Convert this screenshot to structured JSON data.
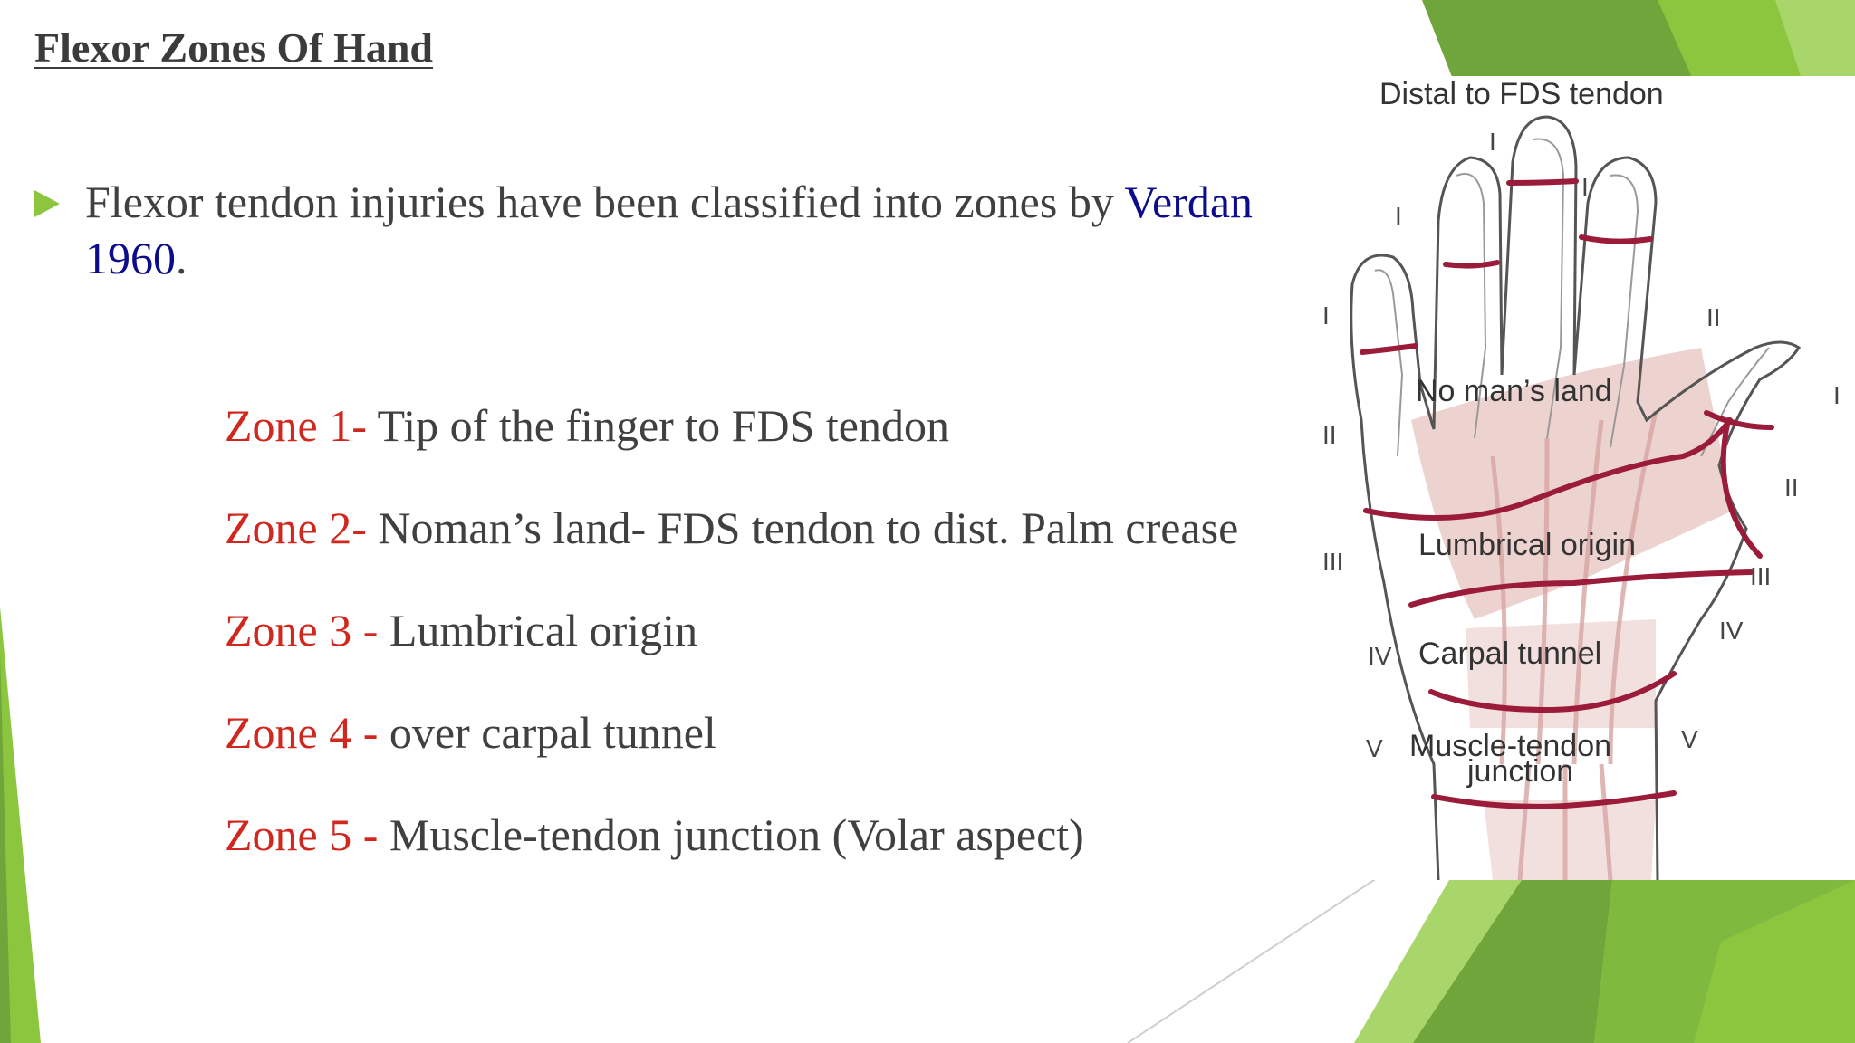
{
  "slide": {
    "title": "Flexor Zones Of Hand",
    "bullet": {
      "text": "Flexor tendon injuries have been classified into zones by ",
      "ref": "Verdan 1960",
      "end": "."
    },
    "zones": [
      {
        "label": "Zone 1-",
        "desc": " Tip of the finger to FDS tendon"
      },
      {
        "label": "Zone 2-",
        "desc": " Noman’s land- FDS tendon to dist. Palm crease"
      },
      {
        "label": "Zone 3 -",
        "desc": " Lumbrical origin"
      },
      {
        "label": "Zone 4 -",
        "desc": " over carpal tunnel"
      },
      {
        "label": "Zone 5 -",
        "desc": " Muscle-tendon junction (Volar aspect)"
      }
    ],
    "colors": {
      "text": "#404040",
      "zone_label": "#d0281e",
      "reference": "#0d0d8c",
      "accent_green": "#8cc63f",
      "zone_line": "#9b1c3a"
    }
  },
  "figure": {
    "top_label": "Distal to FDS tendon",
    "labels": {
      "no_mans_land": "No man’s land",
      "lumbrical": "Lumbrical origin",
      "carpal": "Carpal tunnel",
      "muscle1": "Muscle-tendon",
      "muscle2": "junction"
    },
    "numerals": {
      "i": "I",
      "ii": "II",
      "iii": "III",
      "iv": "IV",
      "v": "V"
    }
  }
}
